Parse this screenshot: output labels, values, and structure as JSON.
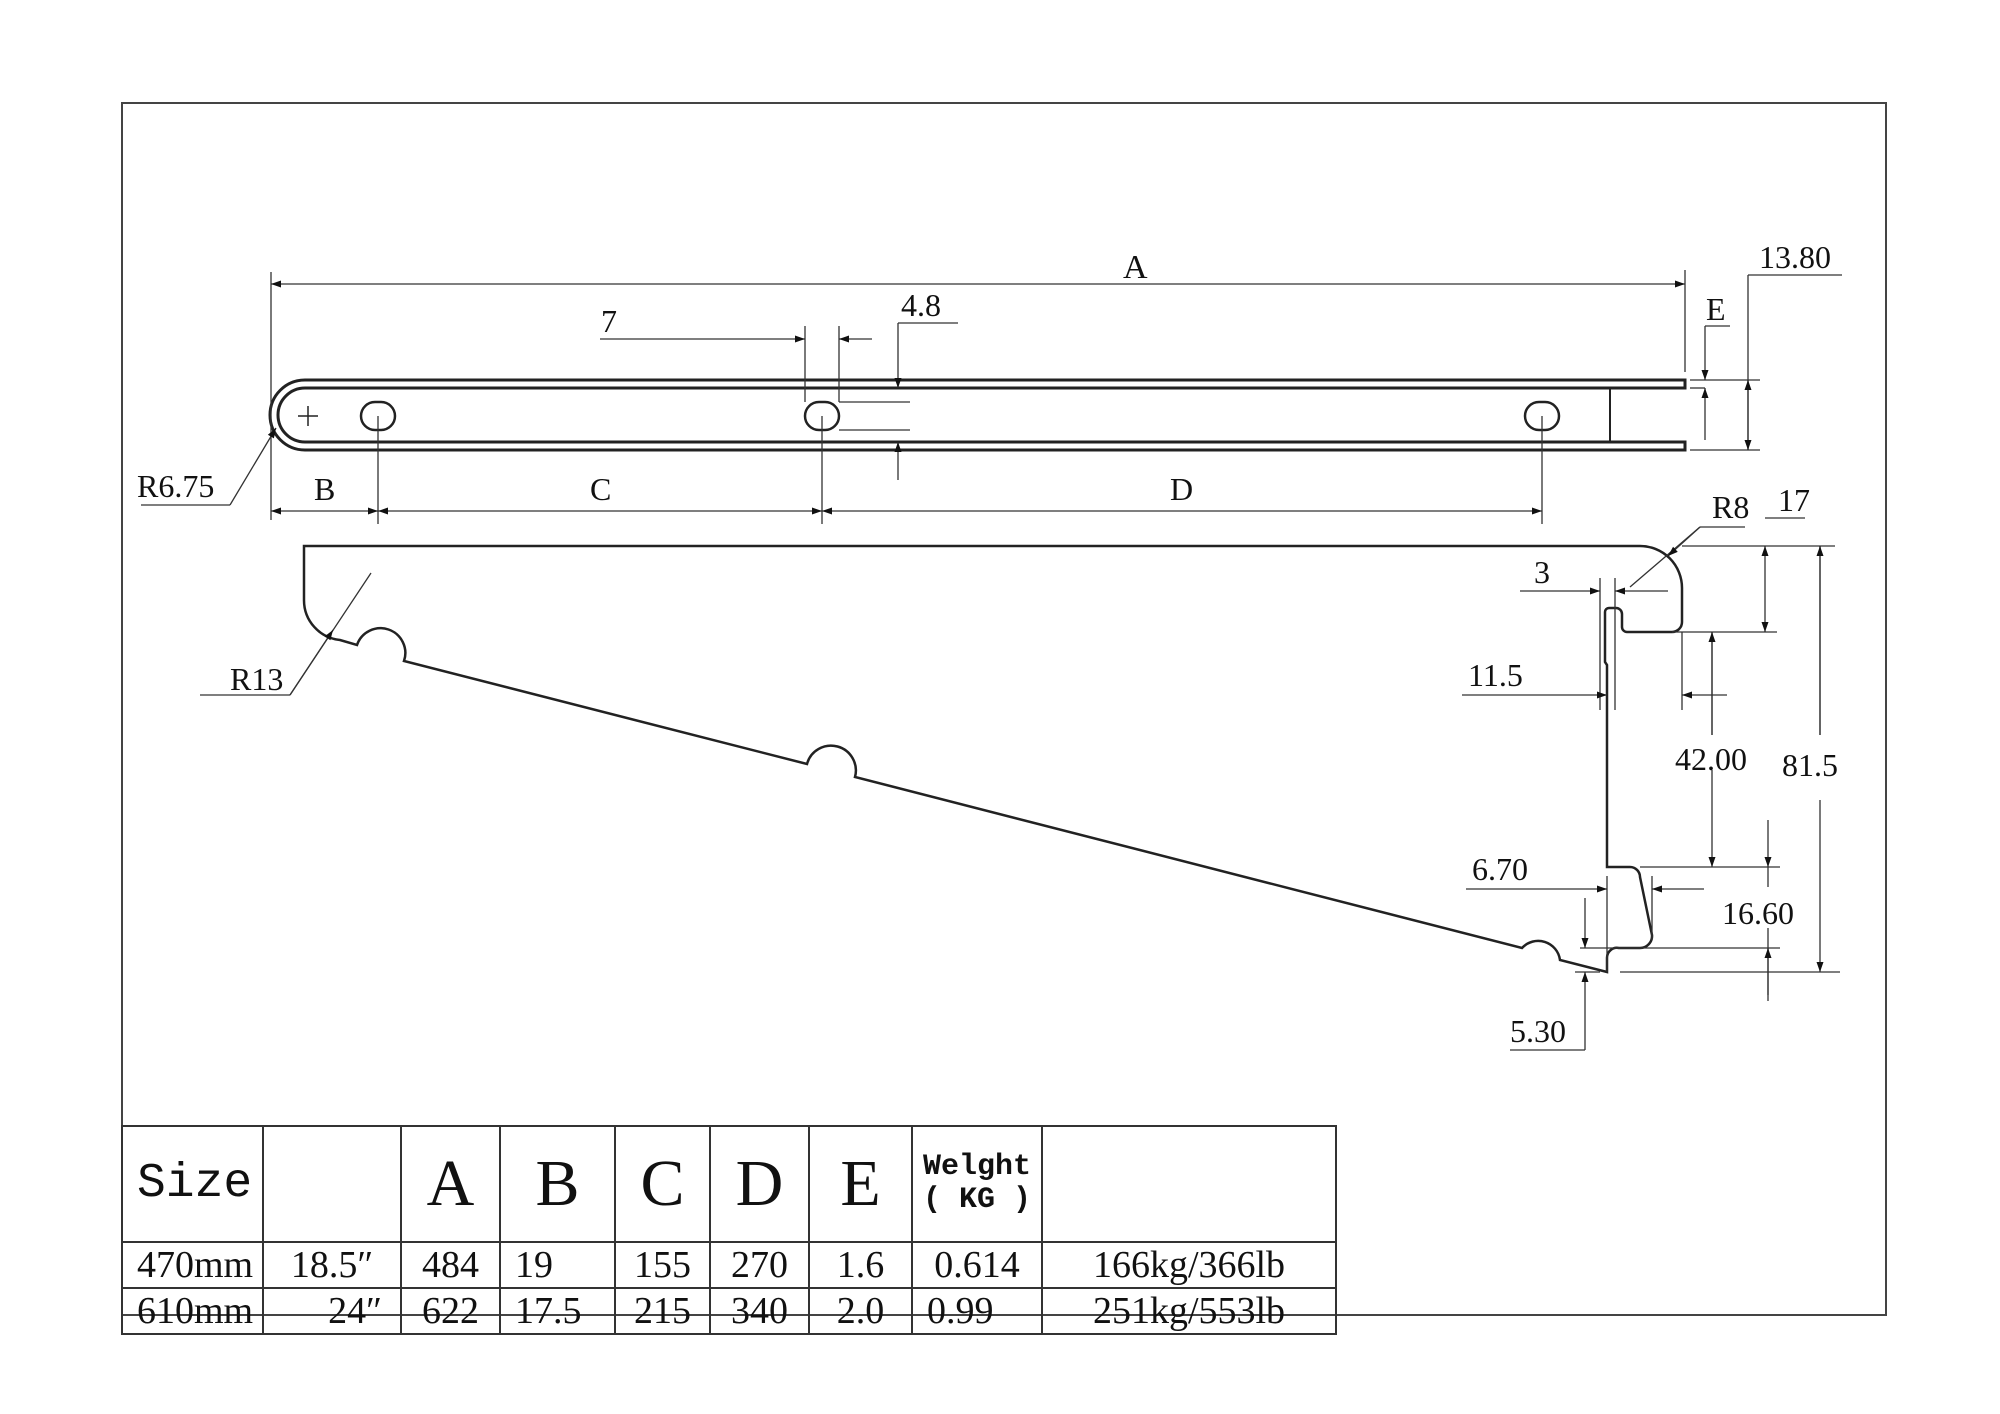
{
  "drawing": {
    "title": "Shelf bracket dimension drawing",
    "top_view": {
      "dim_A": "A",
      "dim_B": "B",
      "dim_C": "C",
      "dim_D": "D",
      "dim_E": "E",
      "slot_width": "7",
      "slot_height": "4.8",
      "total_height": "13.80",
      "end_radius": "R6.75"
    },
    "side_view": {
      "corner_radius": "R13",
      "hook_radius": "R8",
      "hook_gap": "3",
      "hook_depth": "17",
      "hook_width": "11.5",
      "upper_span": "42.00",
      "total_height": "81.5",
      "lower_tab_width": "6.70",
      "lower_tab_height": "16.60",
      "bottom_offset": "5.30"
    }
  },
  "table": {
    "headers": {
      "size": "Size",
      "inch": "",
      "A": "A",
      "B": "B",
      "C": "C",
      "D": "D",
      "E": "E",
      "weight_line1": "Welght",
      "weight_line2": "( KG )",
      "load": ""
    },
    "rows": [
      {
        "size": "470mm",
        "inch": "18.5″",
        "A": "484",
        "B": "19",
        "C": "155",
        "D": "270",
        "E": "1.6",
        "weight": "0.614",
        "load": "166kg/366lb"
      },
      {
        "size": "610mm",
        "inch": "24″",
        "A": "622",
        "B": "17.5",
        "C": "215",
        "D": "340",
        "E": "2.0",
        "weight": "0.99",
        "load": "251kg/553lb"
      }
    ]
  }
}
